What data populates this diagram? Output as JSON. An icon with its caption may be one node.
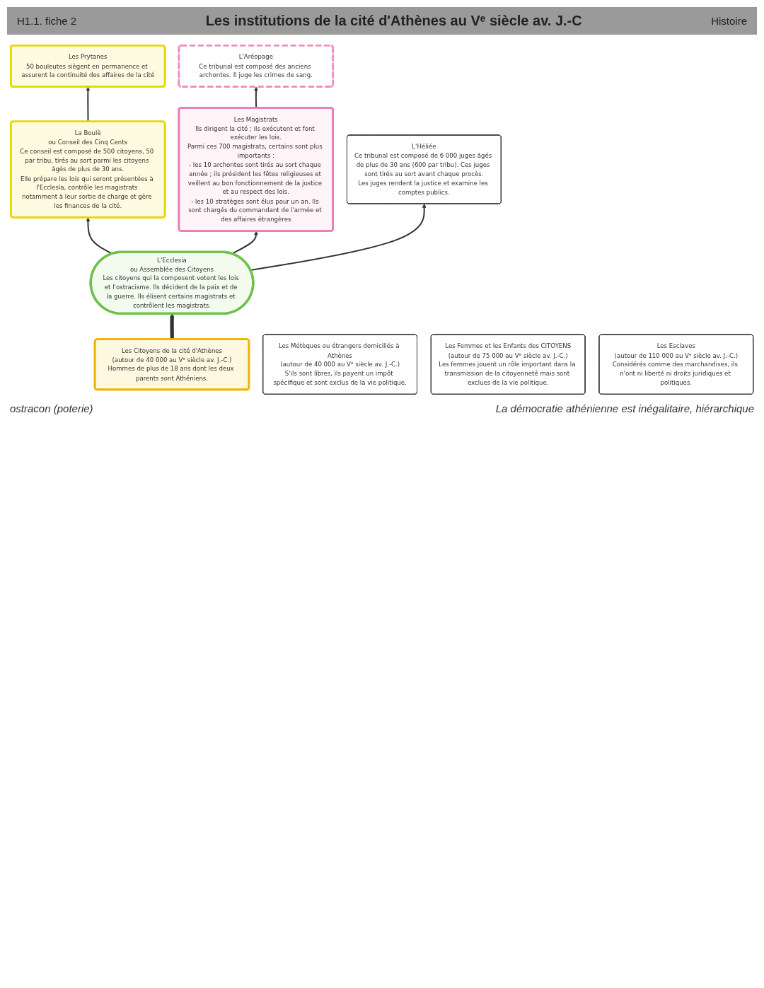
{
  "diagram": {
    "title": "Les institutions de la cité d'Athènes au Vᵉ siècle av. J.-C",
    "nodes": [
      {
        "text": [
          "Les Prytanes",
          "50 bouleutes siègent en permanence et assurent la continuité des affaires de la cité"
        ]
      },
      {
        "text": [
          "Les Magistrats",
          "Ils dirigent la cité ; ils exécutent et font exécuter les lois.",
          "Parmi ces 700 magistrats, certains sont plus importants :",
          "- les 10 archontes sont tirés au sort chaque année ; ils président les fêtes religieuses et veillent au bon fonctionnement de la justice et au respect des lois.",
          "- les 10 stratèges sont élus pour un an. Ils sont chargés du commandant de l'armée et des affaires étrangères"
        ]
      },
      {
        "text": [
          "L'Aréopage",
          "Ce tribunal est composé des anciens archontes. Il juge les crimes de sang."
        ]
      },
      {
        "text": [
          "La Boulè",
          "ou Conseil des Cinq Cents",
          "Ce conseil est composé de 500 citoyens, 50 par tribu, tirés au sort parmi les citoyens âgés de plus de 30 ans.",
          "Elle prépare les lois qui seront présentées à l'Ecclesia, contrôle les magistrats notamment à leur sortie de charge et gère les finances de la cité."
        ]
      },
      {
        "text": [
          "L'Ecclesia",
          "ou Assemblée des Citoyens",
          "Les citoyens qui la composent votent les lois et l'ostracisme. Ils décident de la paix et de la guerre. Ils élisent certains magistrats et contrôlent les magistrats."
        ]
      },
      {
        "text": [
          "L'Héliée",
          "Ce tribunal est composé de 6 000 juges âgés de plus de 30 ans (600 par tribu). Ces juges sont tirés au sort avant chaque procès.",
          "Les juges rendent la justice et examine les comptes publics."
        ]
      },
      {
        "text": [
          "Les Citoyens de la cité d'Athènes",
          "(autour de 40 000 au Vᵉ siècle av. J.-C.)",
          "Hommes de plus de 18 ans dont les deux parents sont Athéniens."
        ]
      },
      {
        "text": [
          "Les Métèques ou étrangers domiciliés à Athènes",
          "(autour de 40 000 au Vᵉ siècle av. J.-C.)",
          "S'ils sont libres, ils payent un impôt spécifique et sont exclus de la vie politique."
        ]
      },
      {
        "text": [
          "Les Femmes et les Enfants des CITOYENS",
          "(autour de 75 000 au Vᵉ siècle av. J.-C.)",
          "Les femmes jouent un rôle important dans la transmission de la citoyenneté mais sont exclues de la vie politique."
        ]
      },
      {
        "text": [
          "Les Esclaves",
          "(autour de 110 000 au Vᵉ siècle av. J.-C.)",
          "Considérés comme des marchandises, ils n'ont ni liberté ni droits juridiques et politiques."
        ]
      }
    ],
    "edges": [
      {
        "from": 3,
        "to": 0,
        "arrow": "to"
      },
      {
        "from": 4,
        "to": 3,
        "arrow": "to"
      },
      {
        "from": 4,
        "to": 1,
        "arrow": "to"
      },
      {
        "from": 1,
        "to": 2,
        "arrow": "to"
      },
      {
        "from": 4,
        "to": 5,
        "arrow": "to"
      },
      {
        "from": 6,
        "to": 4,
        "arrow": "to",
        "style": "thick"
      }
    ],
    "labels": [
      "H1.1. fiche 2",
      "Histoire",
      "ostracon (poterie)",
      "La démocratie athénienne est inégalitaire, hiérarchique"
    ]
  }
}
